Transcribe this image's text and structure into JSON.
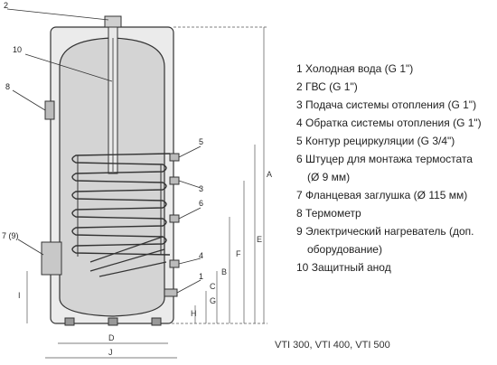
{
  "callouts": [
    "1",
    "2",
    "3",
    "4",
    "5",
    "6",
    "7 (9)",
    "8",
    "10"
  ],
  "dimensions": [
    "A",
    "B",
    "C",
    "D",
    "E",
    "F",
    "G",
    "H",
    "I",
    "J"
  ],
  "legend": [
    {
      "num": "1",
      "text": "Холодная вода (G 1\")"
    },
    {
      "num": "2",
      "text": "ГВС (G 1\")"
    },
    {
      "num": "3",
      "text": "Подача системы отопления (G 1\")"
    },
    {
      "num": "4",
      "text": "Обратка системы отопления (G 1\")"
    },
    {
      "num": "5",
      "text": "Контур рециркуляции (G 3/4\")"
    },
    {
      "num": "6",
      "text": "Штуцер для монтажа термостата",
      "text2": "(Ø 9 мм)"
    },
    {
      "num": "7",
      "text": "Фланцевая заглушка (Ø 115 мм)"
    },
    {
      "num": "8",
      "text": "Термометр"
    },
    {
      "num": "9",
      "text": "Электрический нагреватель (доп.",
      "text2": "оборудование)"
    },
    {
      "num": "10",
      "text": "Защитный анод"
    }
  ],
  "model_caption": "VTI 300, VTI 400, VTI 500",
  "colors": {
    "tank_fill": "#d9d9d9",
    "line": "#333333",
    "dim": "#555555"
  }
}
